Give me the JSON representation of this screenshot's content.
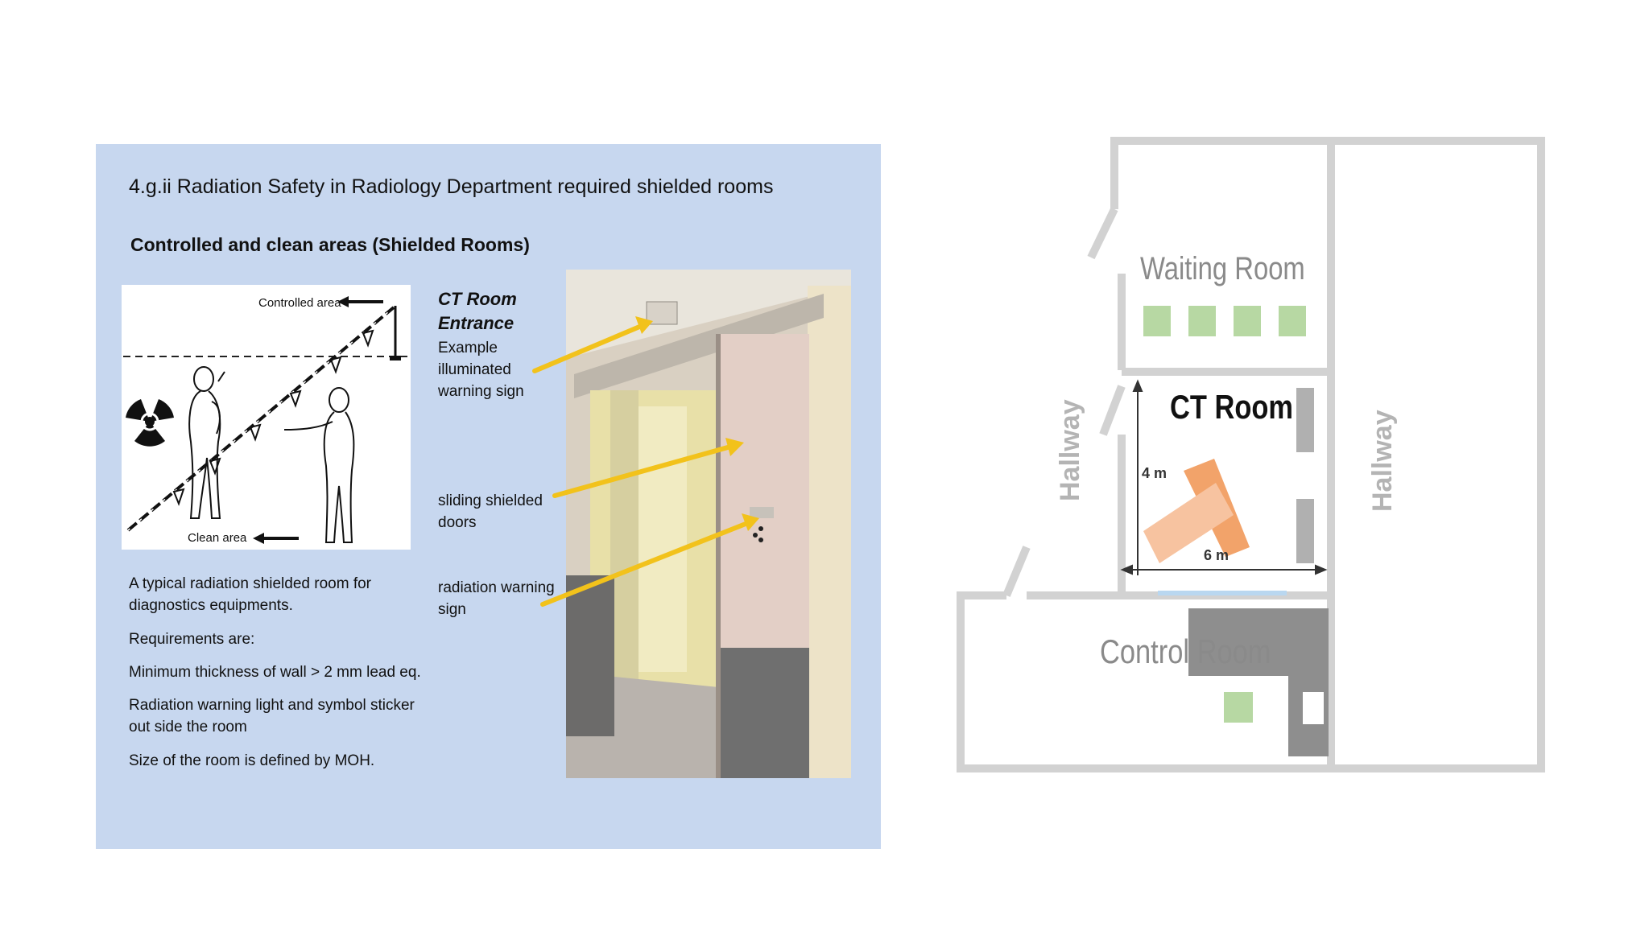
{
  "slide": {
    "title": "4.g.ii Radiation Safety in Radiology Department required shielded rooms",
    "subtitle": "Controlled and clean areas (Shielded Rooms)",
    "diagram": {
      "controlled_label": "Controlled area",
      "clean_label": "Clean area"
    },
    "body": [
      "A typical radiation shielded room for diagnostics equipments.",
      "Requirements are:",
      "Minimum thickness of wall > 2 mm lead eq.",
      "Radiation warning light and symbol sticker out side the room",
      "Size of the room is defined by MOH."
    ],
    "captions": {
      "entrance_title": "CT Room Entrance",
      "entrance_sub": "Example illuminated warning sign",
      "doors": "sliding shielded doors",
      "radiation_sign": "radiation warning sign"
    },
    "colors": {
      "panel_bg": "#c7d7ef",
      "arrow": "#f2c21b"
    }
  },
  "floor_plan": {
    "waiting_room": "Waiting Room",
    "ct_room": "CT Room",
    "control_room": "Control Room",
    "hallway_left": "Hallway",
    "hallway_right": "Hallway",
    "dimension_height": "4 m",
    "dimension_width": "6 m"
  }
}
